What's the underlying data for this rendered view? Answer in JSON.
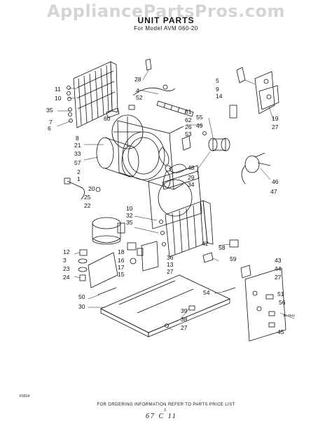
{
  "watermark": "AppliancePartsPros.com",
  "title": "UNIT PARTS",
  "subtitle": "For Model AVM 060-20",
  "footer": {
    "note": "FOR ORDERING INFORMATION REFER TO PARTS PRICE LIST",
    "page": "3",
    "code": "F0914",
    "ref": "4C 0912",
    "handwritten": "67 C 11"
  },
  "callouts": [
    "28",
    "4",
    "52",
    "11",
    "10",
    "35",
    "7",
    "6",
    "60",
    "8",
    "21",
    "33",
    "57",
    "2",
    "1",
    "20",
    "25",
    "22",
    "61",
    "62",
    "26",
    "53",
    "48",
    "29",
    "34",
    "5",
    "9",
    "14",
    "55",
    "49",
    "19",
    "27",
    "46",
    "47",
    "10",
    "32",
    "35",
    "18",
    "16",
    "17",
    "15",
    "36",
    "13",
    "27",
    "42",
    "58",
    "59",
    "12",
    "3",
    "23",
    "24",
    "50",
    "30",
    "54",
    "43",
    "44",
    "27",
    "51",
    "39",
    "38",
    "27",
    "56",
    "45"
  ],
  "colors": {
    "ink": "#111111",
    "watermark": "#d4d4d4"
  }
}
